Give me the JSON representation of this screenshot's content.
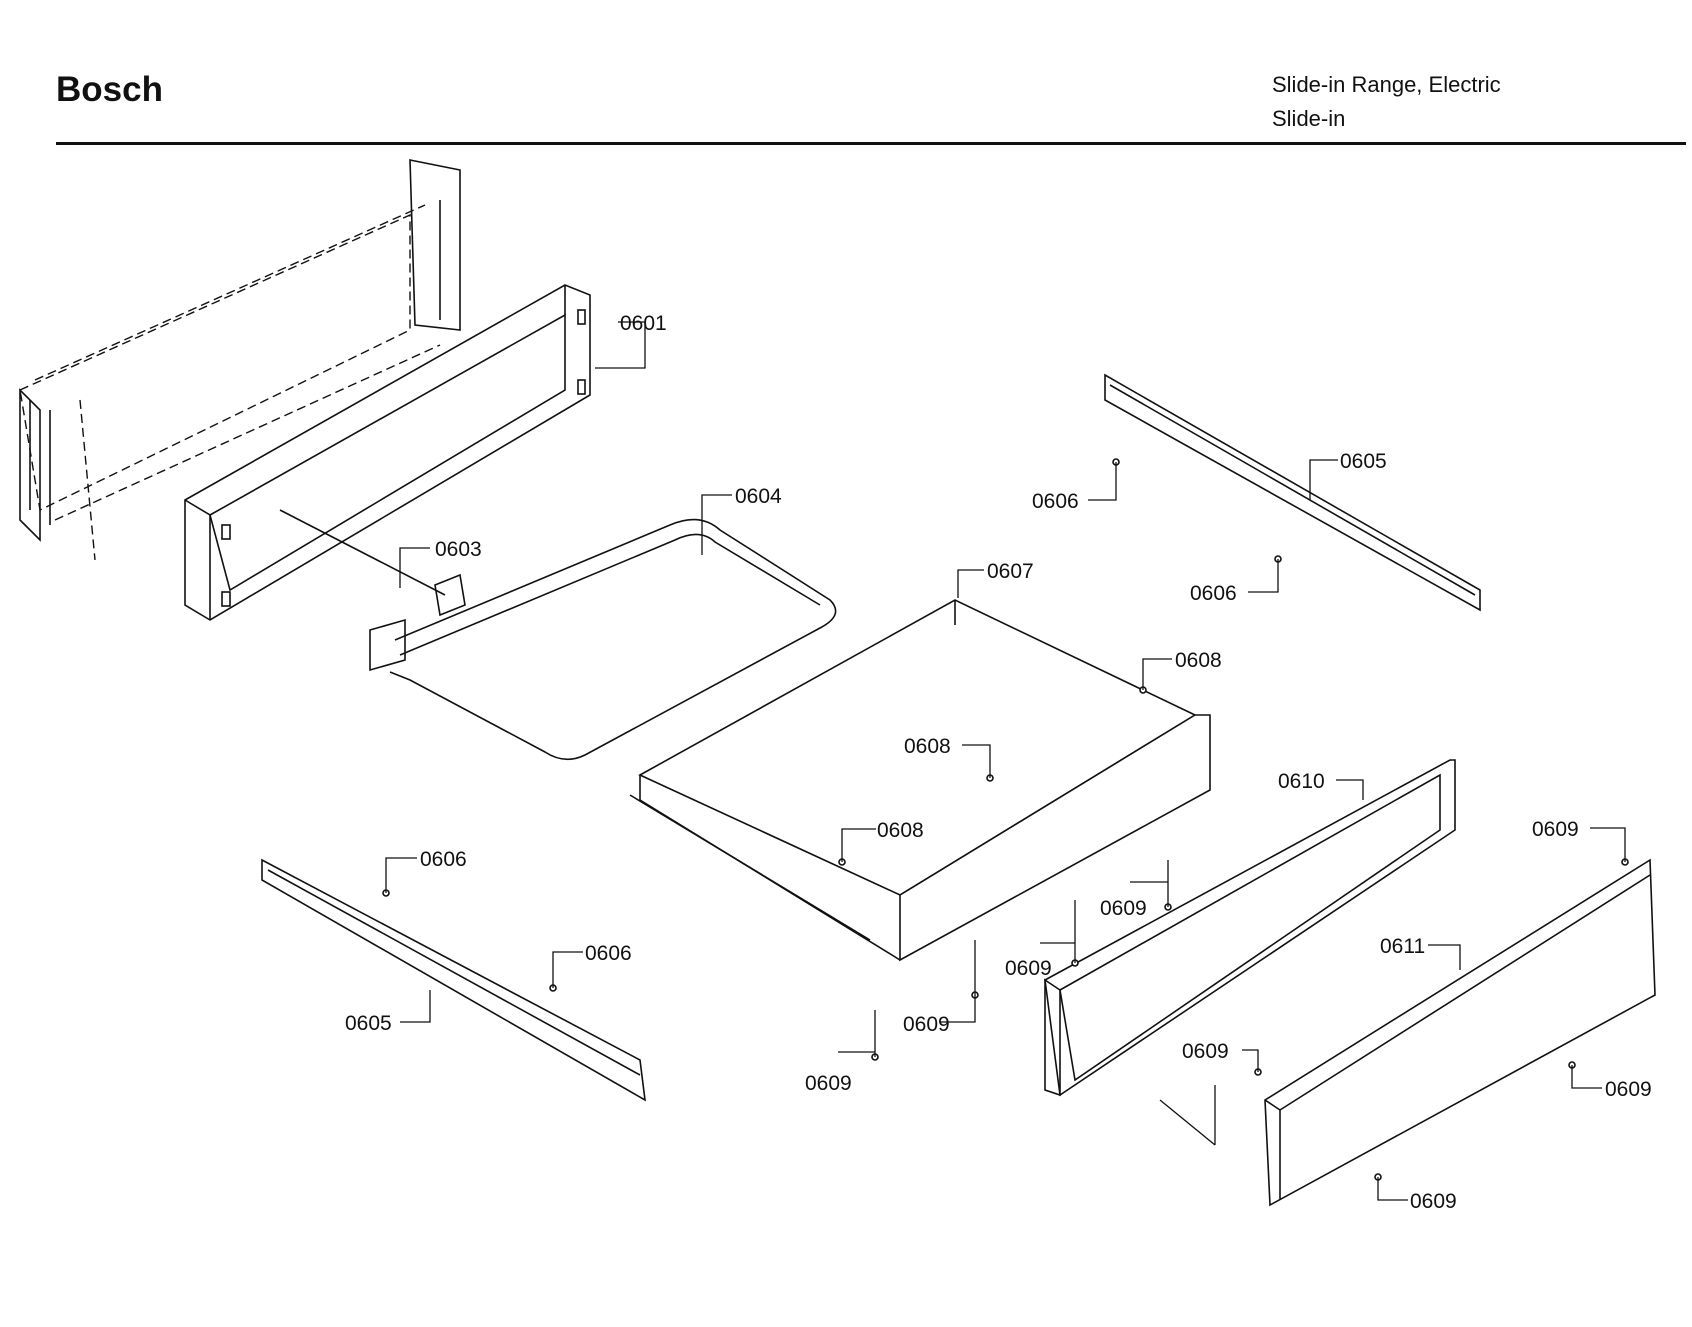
{
  "header": {
    "brand": "Bosch",
    "line1": "Slide-in Range, Electric",
    "line2": "Slide-in"
  },
  "callouts": [
    {
      "id": "c-0601",
      "text": "0601"
    },
    {
      "id": "c-0603",
      "text": "0603"
    },
    {
      "id": "c-0604",
      "text": "0604"
    },
    {
      "id": "c-0605a",
      "text": "0605"
    },
    {
      "id": "c-0606a",
      "text": "0606"
    },
    {
      "id": "c-0606b",
      "text": "0606"
    },
    {
      "id": "c-0607",
      "text": "0607"
    },
    {
      "id": "c-0608a",
      "text": "0608"
    },
    {
      "id": "c-0608b",
      "text": "0608"
    },
    {
      "id": "c-0608c",
      "text": "0608"
    },
    {
      "id": "c-0606c",
      "text": "0606"
    },
    {
      "id": "c-0606d",
      "text": "0606"
    },
    {
      "id": "c-0605b",
      "text": "0605"
    },
    {
      "id": "c-0609a",
      "text": "0609"
    },
    {
      "id": "c-0609b",
      "text": "0609"
    },
    {
      "id": "c-0609c",
      "text": "0609"
    },
    {
      "id": "c-0609d",
      "text": "0609"
    },
    {
      "id": "c-0610",
      "text": "0610"
    },
    {
      "id": "c-0611",
      "text": "0611"
    },
    {
      "id": "c-0609e",
      "text": "0609"
    },
    {
      "id": "c-0609f",
      "text": "0609"
    },
    {
      "id": "c-0609g",
      "text": "0609"
    },
    {
      "id": "c-0609h",
      "text": "0609"
    }
  ]
}
